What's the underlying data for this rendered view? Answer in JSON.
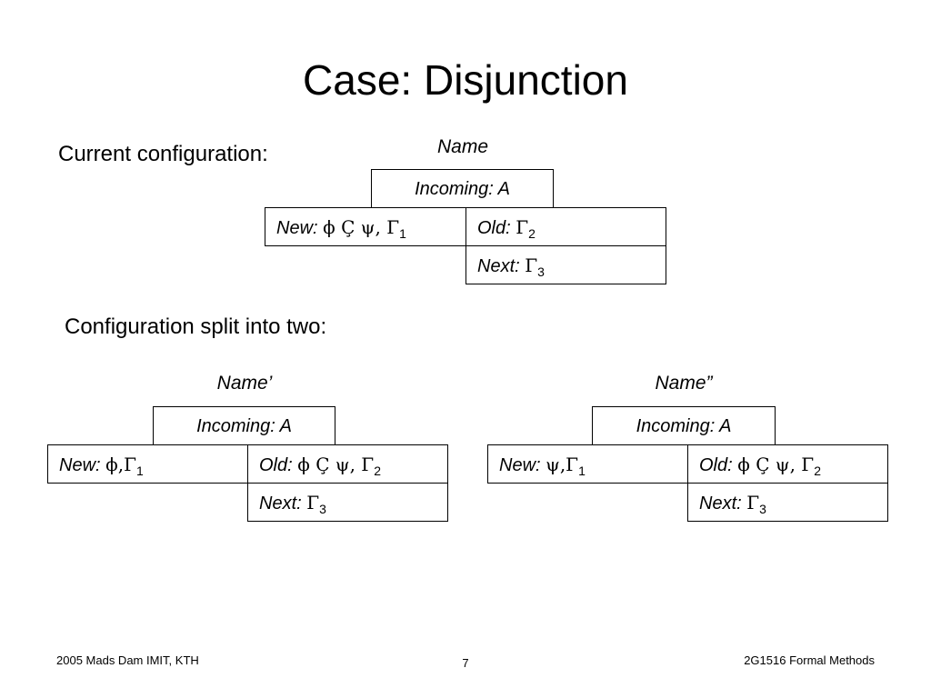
{
  "slide": {
    "title": "Case: Disjunction",
    "current_heading": "Current configuration:",
    "split_heading": "Configuration split into two:"
  },
  "current": {
    "name": "Name",
    "incoming": "Incoming: A",
    "new_label": "New:",
    "new_value": "ϕ Ç ψ, Γ",
    "new_sub": "1",
    "old_label": "Old:",
    "old_value": "Γ",
    "old_sub": "2",
    "next_label": "Next:",
    "next_value": "Γ",
    "next_sub": "3"
  },
  "left_split": {
    "name": "Name’",
    "incoming": "Incoming: A",
    "new_label": "New:",
    "new_value": "ϕ,Γ",
    "new_sub": "1",
    "old_label": "Old:",
    "old_value": "ϕ Ç ψ, Γ",
    "old_sub": "2",
    "next_label": "Next:",
    "next_value": "Γ",
    "next_sub": "3"
  },
  "right_split": {
    "name": "Name”",
    "incoming": "Incoming: A",
    "new_label": "New:",
    "new_value": "ψ,Γ",
    "new_sub": "1",
    "old_label": "Old:",
    "old_value": "ϕ Ç ψ, Γ",
    "old_sub": "2",
    "next_label": "Next:",
    "next_value": "Γ",
    "next_sub": "3"
  },
  "footer": {
    "left": "2005 Mads Dam IMIT, KTH",
    "page": "7",
    "right": "2G1516 Formal Methods"
  }
}
